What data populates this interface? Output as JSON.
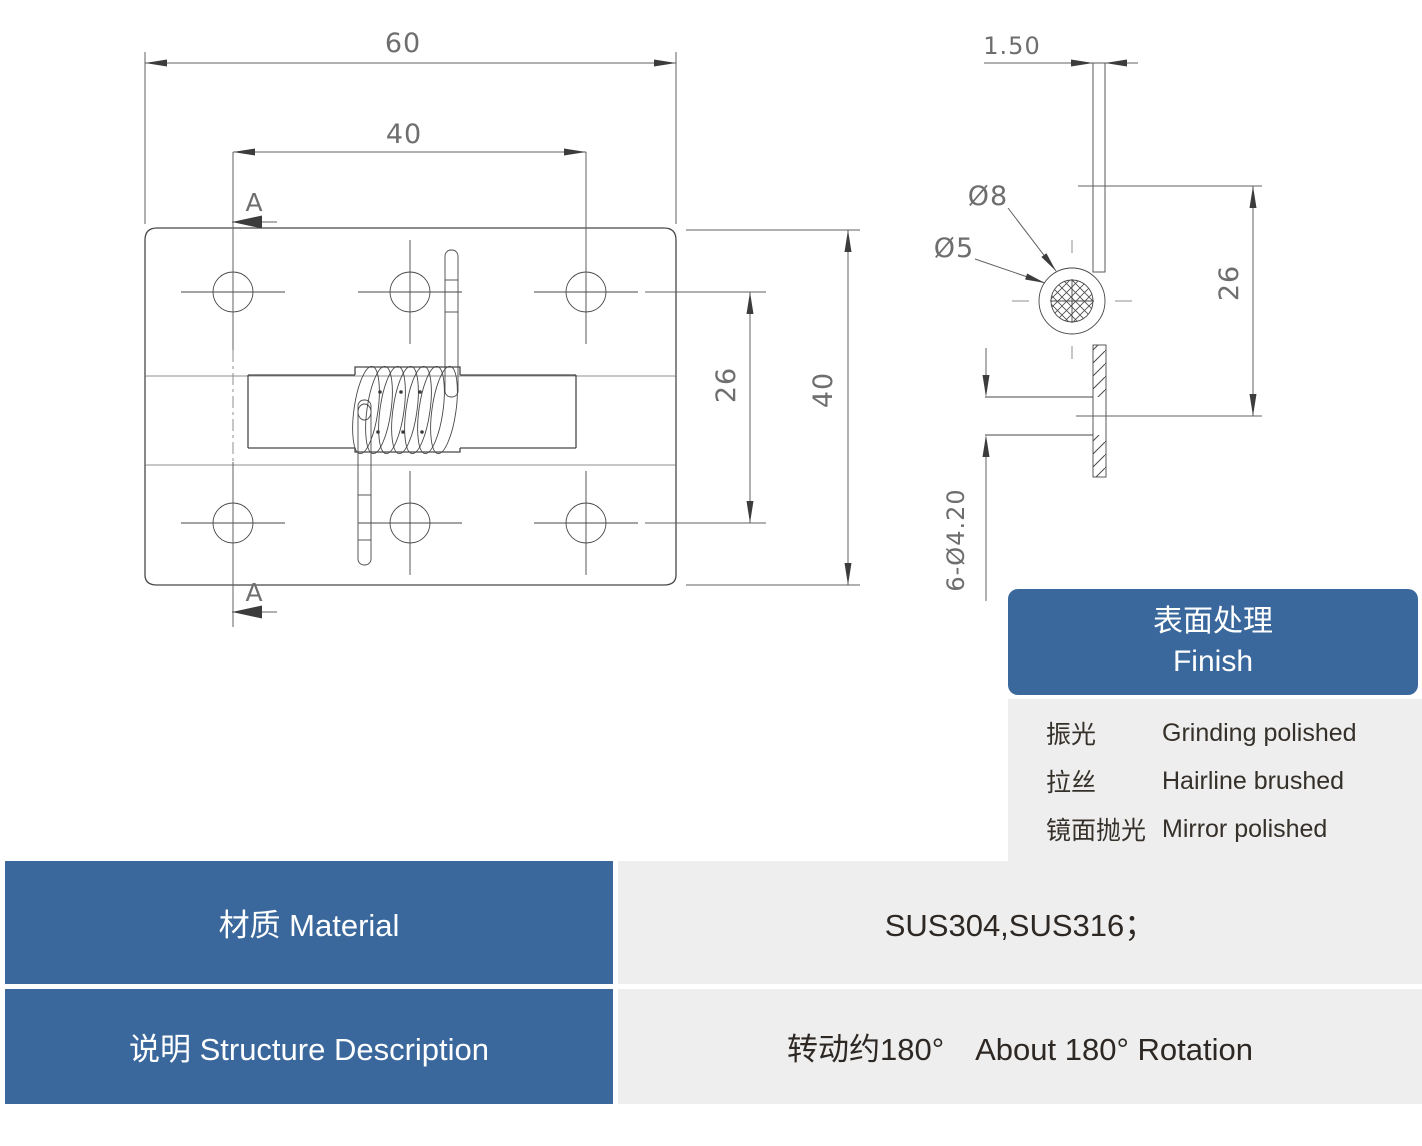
{
  "drawing": {
    "front_view": {
      "dim_width": "60",
      "dim_hole_spacing": "40",
      "dim_hole_rows": "26",
      "dim_height": "40",
      "section_label_top": "A",
      "section_label_bottom": "A"
    },
    "side_view": {
      "dim_thickness": "1.50",
      "dim_knuckle_od": "Ø8",
      "dim_pin": "Ø5",
      "dim_offset": "26",
      "dim_holes": "6-Ø4.20"
    },
    "line_color": "#474747",
    "dim_text_color": "#6e6e6e"
  },
  "finish_panel": {
    "title_cn": "表面处理",
    "title_en": "Finish",
    "header_bg": "#3a689c",
    "body_bg": "#eeeeee",
    "rows": [
      {
        "cn": "振光",
        "en": "Grinding polished"
      },
      {
        "cn": "拉丝",
        "en": "Hairline brushed"
      },
      {
        "cn": "镜面抛光",
        "en": "Mirror polished"
      }
    ]
  },
  "spec_table": {
    "rows": [
      {
        "label": "材质 Material",
        "value": "SUS304,SUS316；"
      },
      {
        "label": "说明 Structure Description",
        "value": "转动约180°　About 180° Rotation"
      }
    ]
  }
}
